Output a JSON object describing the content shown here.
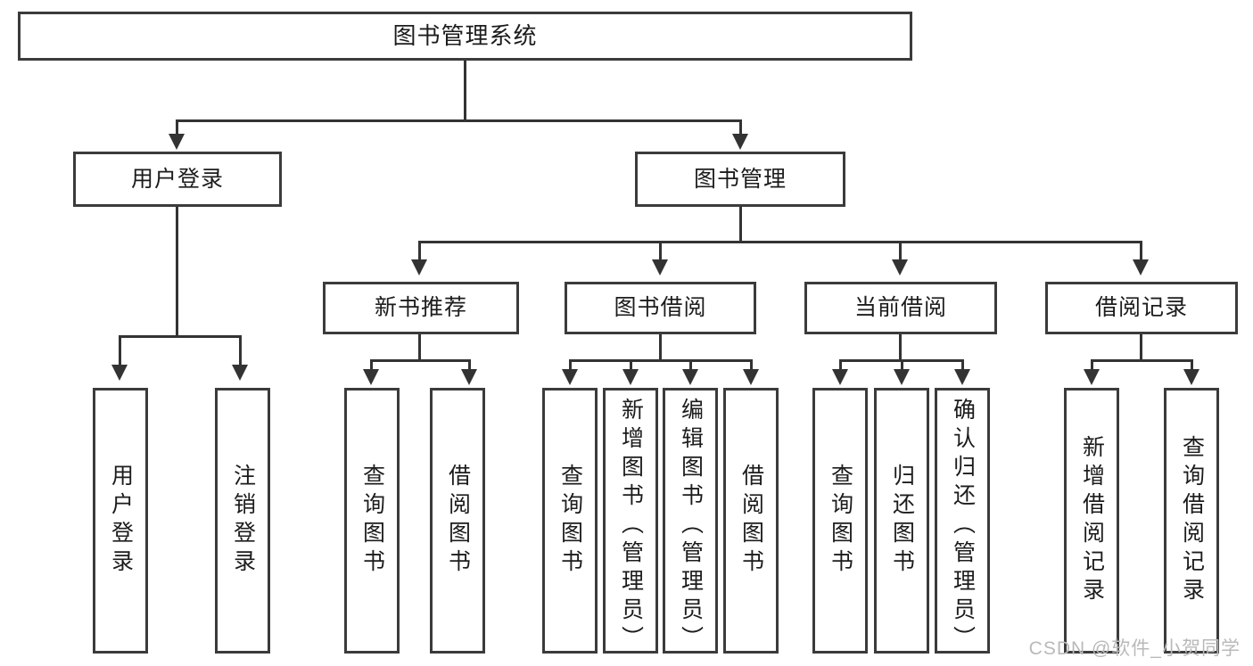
{
  "diagram": {
    "type": "tree-hierarchy",
    "title": "图书管理系统",
    "root": {
      "label": "图书管理系统"
    },
    "level1": [
      {
        "label": "用户登录"
      },
      {
        "label": "图书管理"
      }
    ],
    "level2": [
      {
        "label": "新书推荐"
      },
      {
        "label": "图书借阅"
      },
      {
        "label": "当前借阅"
      },
      {
        "label": "借阅记录"
      }
    ],
    "leaves": {
      "user_login": [
        {
          "label": "用户登录"
        },
        {
          "label": "注销登录"
        }
      ],
      "new_book_recommend": [
        {
          "label": "查询图书"
        },
        {
          "label": "借阅图书"
        }
      ],
      "book_borrow": [
        {
          "label": "查询图书"
        },
        {
          "label": "新增图书（管理员）"
        },
        {
          "label": "编辑图书（管理员）"
        },
        {
          "label": "借阅图书"
        }
      ],
      "current_borrow": [
        {
          "label": "查询图书"
        },
        {
          "label": "归还图书"
        },
        {
          "label": "确认归还（管理员）"
        }
      ],
      "borrow_record": [
        {
          "label": "新增借阅记录"
        },
        {
          "label": "查询借阅记录"
        }
      ]
    }
  },
  "watermark": {
    "text": "CSDN @软件_小贺同学"
  },
  "colors": {
    "box_border": "#3b3b3b",
    "connector": "#333333",
    "text": "#1c1c1c",
    "background": "#ffffff",
    "watermark": "#b9b9b9"
  }
}
